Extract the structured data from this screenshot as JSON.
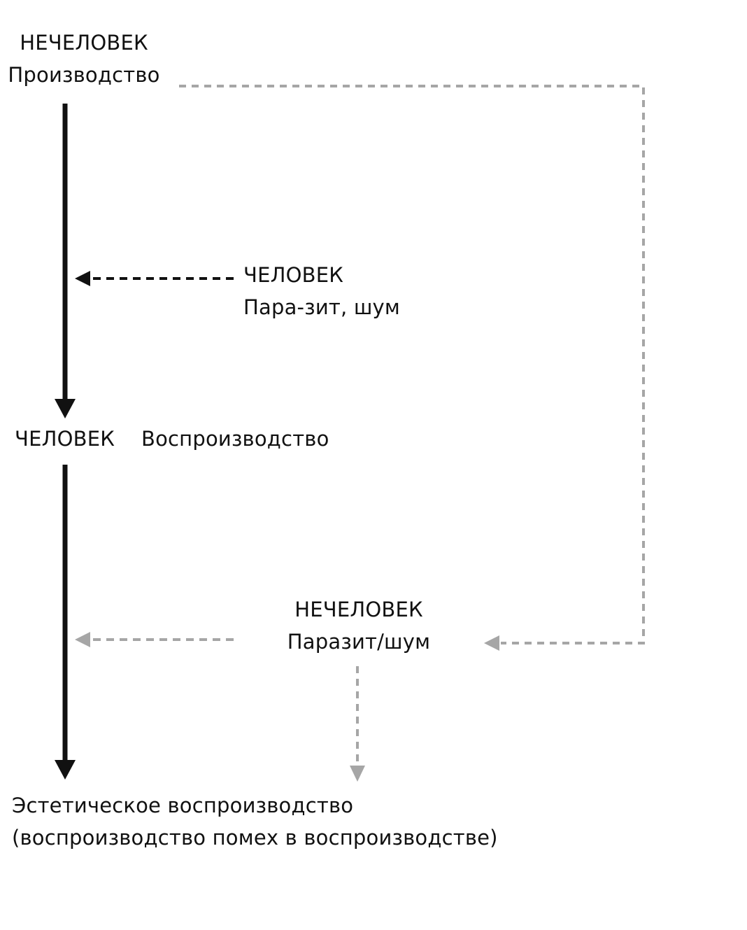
{
  "nodes": {
    "top": {
      "line1": "НЕЧЕЛОВЕК",
      "line2": "Производство"
    },
    "parasite_human": {
      "line1": "ЧЕЛОВЕК",
      "line2": "Пара-зит, шум"
    },
    "middle": {
      "left": "ЧЕЛОВЕК",
      "right": "Воспроизводство"
    },
    "parasite_nonhuman": {
      "line1": "НЕЧЕЛОВЕК",
      "line2": "Паразит/шум"
    },
    "bottom": {
      "line1": "Эстетическое воспроизводство",
      "line2": "(воспроизводство помех в воспроизводстве)"
    }
  },
  "colors": {
    "text": "#111111",
    "solid_arrow": "#111111",
    "dashed_dark": "#111111",
    "dashed_gray": "#a6a6a6"
  }
}
